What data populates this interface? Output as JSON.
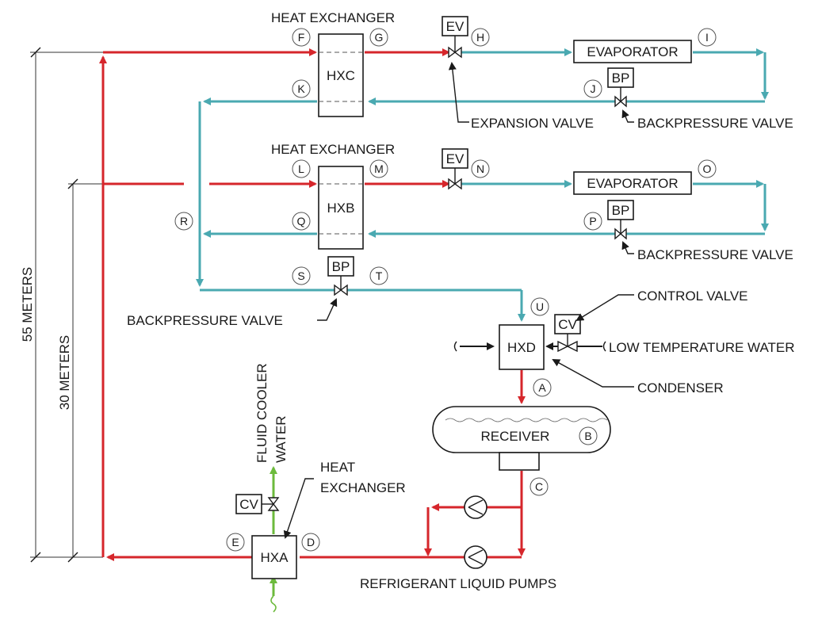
{
  "colors": {
    "liquid_line": "#d6262b",
    "vapor_line": "#4aa9b1",
    "water_line": "#6cba3c",
    "outline": "#1a1a1a"
  },
  "labels": {
    "heat_exchanger_top": "HEAT EXCHANGER",
    "heat_exchanger_mid": "HEAT EXCHANGER",
    "heat_exchanger_bottom_1": "HEAT",
    "heat_exchanger_bottom_2": "EXCHANGER",
    "expansion_valve": "EXPANSION VALVE",
    "backpressure_valve_top": "BACKPRESSURE VALVE",
    "backpressure_valve_mid": "BACKPRESSURE VALVE",
    "backpressure_valve_left": "BACKPRESSURE VALVE",
    "control_valve": "CONTROL VALVE",
    "low_temperature_water": "LOW TEMPERATURE WATER",
    "condenser": "CONDENSER",
    "refrigerant_pumps": "REFRIGERANT LIQUID PUMPS",
    "fluid_cooler_1": "FLUID COOLER",
    "fluid_cooler_2": "WATER",
    "height_55": "55 METERS",
    "height_30": "30 METERS"
  },
  "boxes": {
    "hxc": "HXC",
    "hxb": "HXB",
    "hxd": "HXD",
    "hxa": "HXA",
    "evaporator_top": "EVAPORATOR",
    "evaporator_mid": "EVAPORATOR",
    "receiver": "RECEIVER",
    "ev_top": "EV",
    "ev_mid": "EV",
    "bp_top": "BP",
    "bp_mid": "BP",
    "bp_left": "BP",
    "cv_right": "CV",
    "cv_left": "CV"
  },
  "points": {
    "A": "A",
    "B": "B",
    "C": "C",
    "D": "D",
    "E": "E",
    "F": "F",
    "G": "G",
    "H": "H",
    "I": "I",
    "J": "J",
    "K": "K",
    "L": "L",
    "M": "M",
    "N": "N",
    "O": "O",
    "P": "P",
    "Q": "Q",
    "R": "R",
    "S": "S",
    "T": "T",
    "U": "U"
  }
}
